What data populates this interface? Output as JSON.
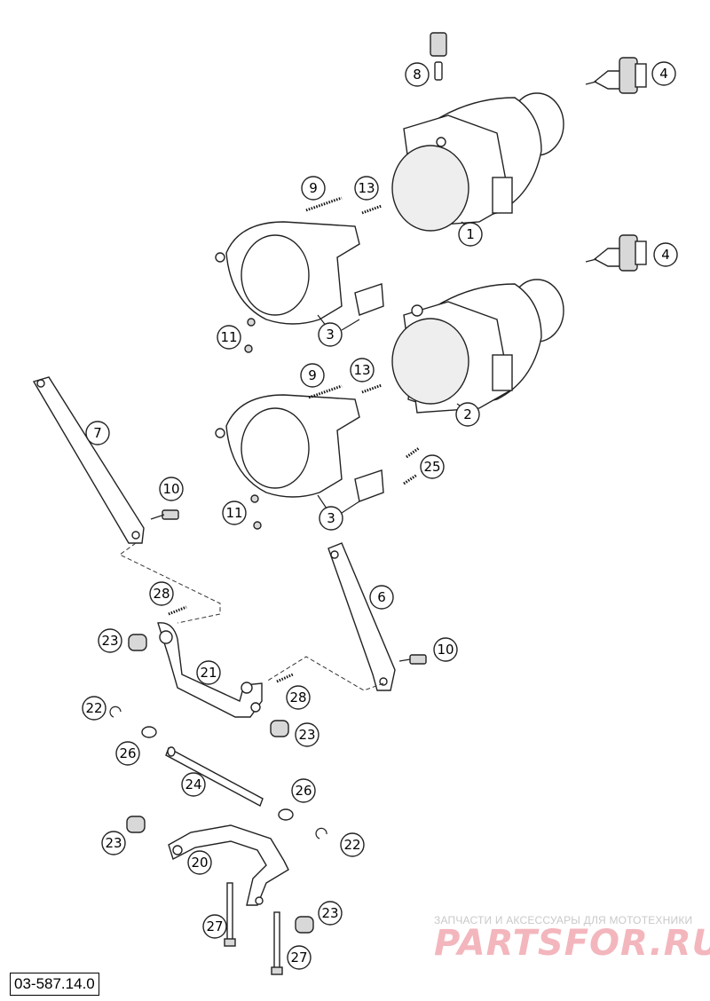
{
  "diagram": {
    "document_number": "03-587.14.0",
    "callouts": [
      "1",
      "2",
      "3",
      "3",
      "4",
      "4",
      "6",
      "7",
      "8",
      "9",
      "9",
      "10",
      "10",
      "11",
      "11",
      "13",
      "13",
      "20",
      "21",
      "22",
      "22",
      "23",
      "23",
      "23",
      "23",
      "24",
      "25",
      "26",
      "26",
      "27",
      "27",
      "28",
      "28"
    ]
  },
  "watermark": {
    "subtitle": "ЗАПЧАСТИ И АКСЕССУАРЫ ДЛЯ МОТОТЕХНИКИ",
    "logo": "PARTSFOR.RU"
  }
}
